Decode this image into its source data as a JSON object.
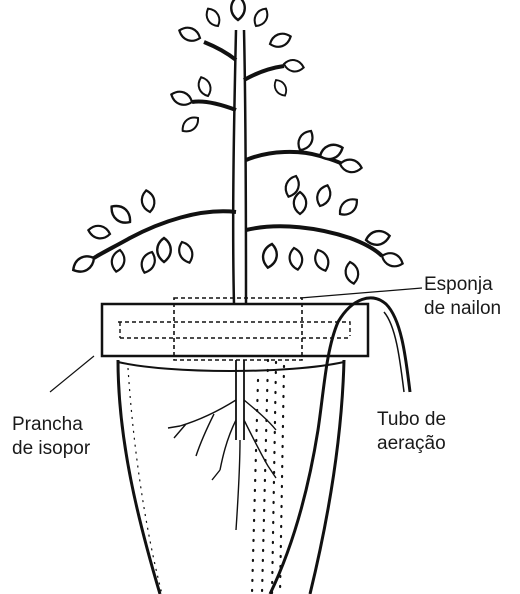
{
  "labels": {
    "sponge": {
      "line1": "Esponja",
      "line2": "de nailon"
    },
    "board": {
      "line1": "Prancha",
      "line2": "de isopor"
    },
    "tube": {
      "line1": "Tubo de",
      "line2": "aeração"
    }
  },
  "colors": {
    "ink": "#111111",
    "background": "#ffffff",
    "text": "#1a1a1a"
  }
}
